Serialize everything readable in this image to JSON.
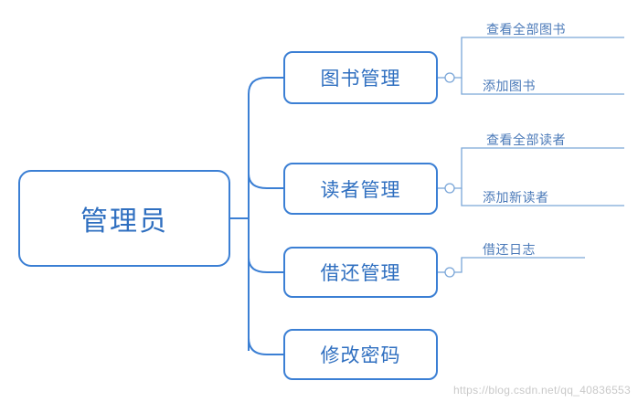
{
  "diagram": {
    "type": "mindmap",
    "accent_color": "#3b7fd4",
    "text_color": "#2f6fc0",
    "leaf_text_color": "#4a79b8",
    "root": {
      "label": "管理员"
    },
    "branches": [
      {
        "label": "图书管理",
        "leaves": [
          {
            "label": "查看全部图书"
          },
          {
            "label": "添加图书"
          }
        ]
      },
      {
        "label": "读者管理",
        "leaves": [
          {
            "label": "查看全部读者"
          },
          {
            "label": "添加新读者"
          }
        ]
      },
      {
        "label": "借还管理",
        "leaves": [
          {
            "label": "借还日志"
          }
        ]
      },
      {
        "label": "修改密码",
        "leaves": []
      }
    ]
  },
  "watermark": {
    "text": "https://blog.csdn.net/qq_40836553"
  }
}
